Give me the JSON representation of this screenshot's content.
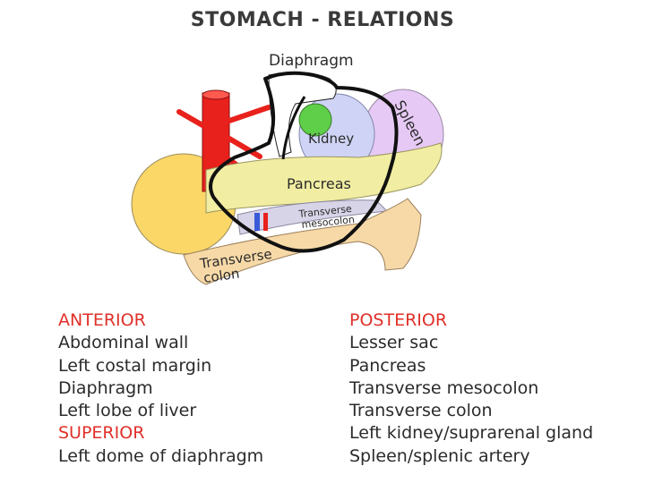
{
  "title": "STOMACH - RELATIONS",
  "diagram": {
    "labels": {
      "diaphragm": "Diaphragm",
      "spleen": "Spleen",
      "kidney": "Kidney",
      "pancreas": "Pancreas",
      "mesocolon_line1": "Transverse",
      "mesocolon_line2": "mesocolon",
      "colon_line1": "Transverse",
      "colon_line2": "colon"
    },
    "colors": {
      "diaphragm": "#ffffff",
      "spleen": "#e7c9f5",
      "kidney": "#cfd4f6",
      "adrenal": "#5fcf4a",
      "pancreas": "#f1eea3",
      "duodenum": "#fbd768",
      "colon": "#f7d9a8",
      "aorta": "#e8211c",
      "stomach_outline": "#111111",
      "heading": "#e0302a"
    }
  },
  "relations": {
    "anterior": {
      "heading": "ANTERIOR",
      "items": [
        "Abdominal wall",
        "Left costal margin",
        "Diaphragm",
        "Left lobe of liver"
      ]
    },
    "superior": {
      "heading": "SUPERIOR",
      "items": [
        "Left dome of diaphragm"
      ]
    },
    "posterior": {
      "heading": "POSTERIOR",
      "items": [
        "Lesser sac",
        "Pancreas",
        "Transverse mesocolon",
        "Transverse colon",
        "Left kidney/suprarenal gland",
        "Spleen/splenic artery"
      ]
    }
  }
}
